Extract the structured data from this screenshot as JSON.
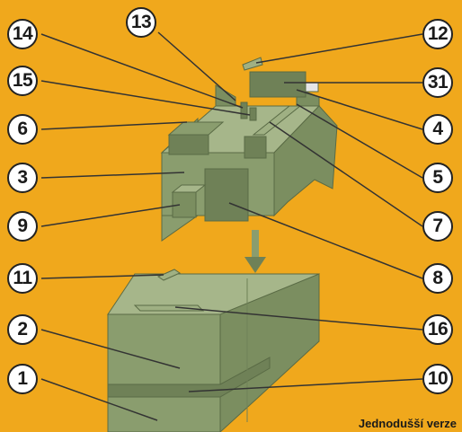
{
  "background": "#f0a81c",
  "colors": {
    "panel": "#8a9d6e",
    "panel_light": "#a6b68a",
    "panel_dark": "#6f8157",
    "edge": "#5a6b45",
    "line": "#333333"
  },
  "labels_left": [
    "14",
    "15",
    "6",
    "3",
    "9",
    "11",
    "2",
    "1"
  ],
  "labels_top": [
    "13"
  ],
  "labels_right": [
    "12",
    "31",
    "4",
    "5",
    "7",
    "8",
    "16",
    "10"
  ],
  "caption": "Jednodušší verze"
}
